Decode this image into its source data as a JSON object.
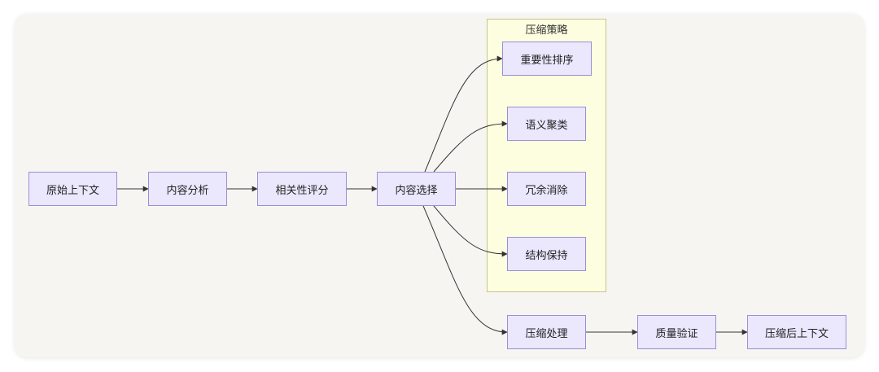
{
  "colors": {
    "background": "#f6f5f2",
    "node_fill": "#ebe7fd",
    "node_border": "#9a8fd6",
    "group_fill": "#fdfde0",
    "group_border": "#c7c48a",
    "edge": "#333333"
  },
  "group": {
    "title": "压缩策略"
  },
  "nodes": {
    "original_context": "原始上下文",
    "content_analysis": "内容分析",
    "relevance_scoring": "相关性评分",
    "content_selection": "内容选择",
    "importance_ranking": "重要性排序",
    "semantic_clustering": "语义聚类",
    "redundancy_removal": "冗余消除",
    "structure_preservation": "结构保持",
    "compression_processing": "压缩处理",
    "quality_validation": "质量验证",
    "compressed_context": "压缩后上下文"
  },
  "edges": [
    [
      "original_context",
      "content_analysis"
    ],
    [
      "content_analysis",
      "relevance_scoring"
    ],
    [
      "relevance_scoring",
      "content_selection"
    ],
    [
      "content_selection",
      "importance_ranking"
    ],
    [
      "content_selection",
      "semantic_clustering"
    ],
    [
      "content_selection",
      "redundancy_removal"
    ],
    [
      "content_selection",
      "structure_preservation"
    ],
    [
      "content_selection",
      "compression_processing"
    ],
    [
      "compression_processing",
      "quality_validation"
    ],
    [
      "quality_validation",
      "compressed_context"
    ]
  ]
}
